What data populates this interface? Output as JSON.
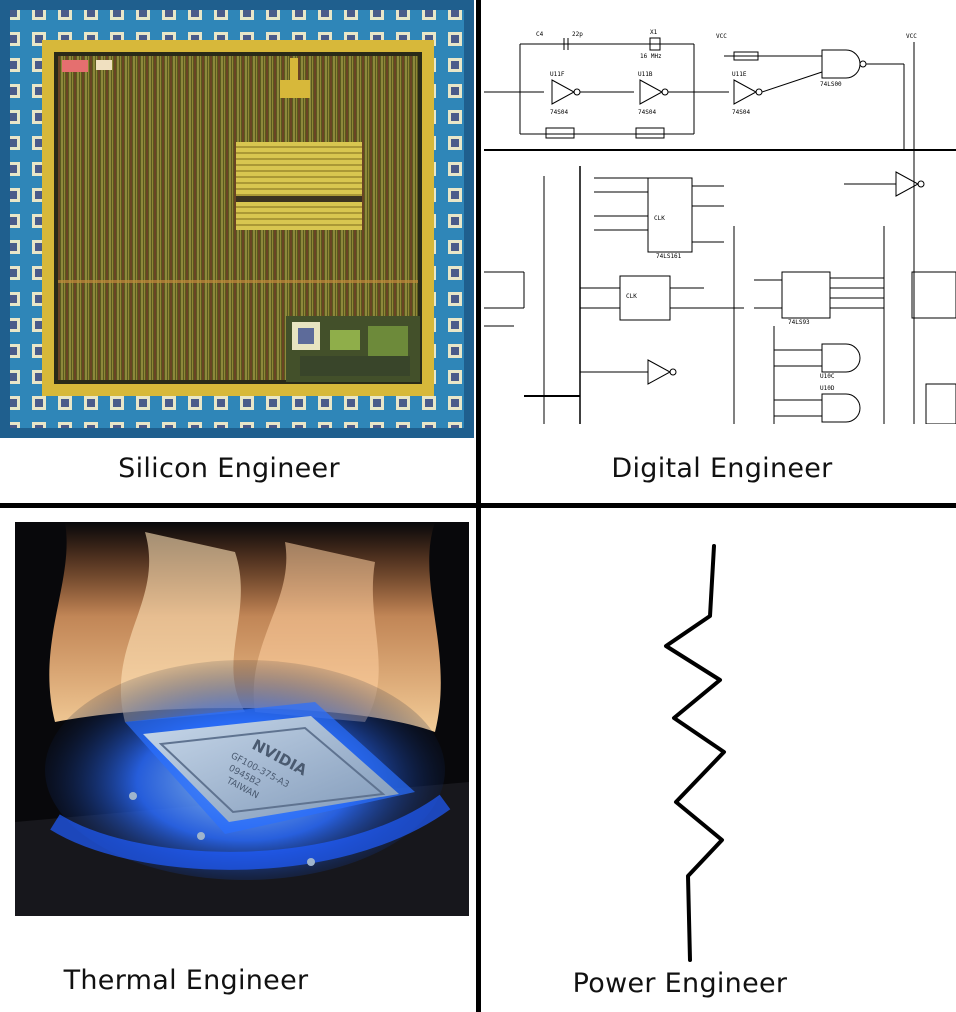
{
  "panels": [
    {
      "id": "silicon",
      "caption": "Silicon Engineer",
      "icon": "chip-die-micrograph"
    },
    {
      "id": "digital",
      "caption": "Digital Engineer",
      "icon": "logic-schematic"
    },
    {
      "id": "thermal",
      "caption": "Thermal Engineer",
      "icon": "burning-gpu-chip"
    },
    {
      "id": "power",
      "caption": "Power Engineer",
      "icon": "resistor-symbol"
    }
  ],
  "schematic_labels": {
    "c": "C4",
    "cap": "22p",
    "xtal": "X1",
    "freq": "16 MHz",
    "u1f": "U11F",
    "u1b": "U11B",
    "u1e": "U11E",
    "inv": "74S04",
    "nand": "74LS00",
    "counter": "74LS161",
    "mux": "74LS93",
    "u3": "U10C",
    "u4": "U10D",
    "clk": "CLK",
    "vcc": "VCC"
  },
  "chip_text": {
    "brand": "NVIDIA",
    "line1": "GF100-375-A3",
    "line2": "0945B2",
    "line3": "TAIWAN"
  },
  "colors": {
    "die_bg": "#3a8fc0",
    "die_gold": "#d7b83a",
    "flame_blue": "#2b6cff",
    "flame_orange": "#ffb070"
  }
}
